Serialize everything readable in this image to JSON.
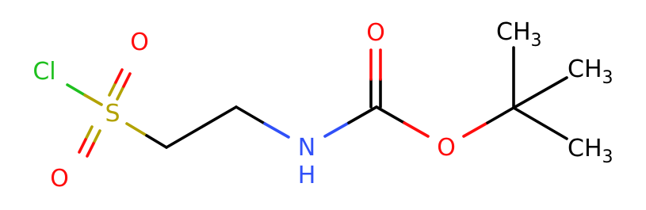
{
  "atoms": {
    "cl": "Cl",
    "s": "S",
    "o_sulfonyl_top": "O",
    "o_sulfonyl_bottom": "O",
    "n": "N",
    "h": "H",
    "o_carbonyl": "O",
    "o_ester": "O",
    "ch3_top": "CH",
    "ch3_top_sub": "3",
    "ch3_right": "CH",
    "ch3_right_sub": "3",
    "ch3_bottom": "CH",
    "ch3_bottom_sub": "3"
  },
  "colors": {
    "carbon_bond": "#000000",
    "chlorine": "#1fc01f",
    "sulfur": "#b2a200",
    "oxygen": "#ff0d0d",
    "nitrogen": "#3050f8"
  }
}
